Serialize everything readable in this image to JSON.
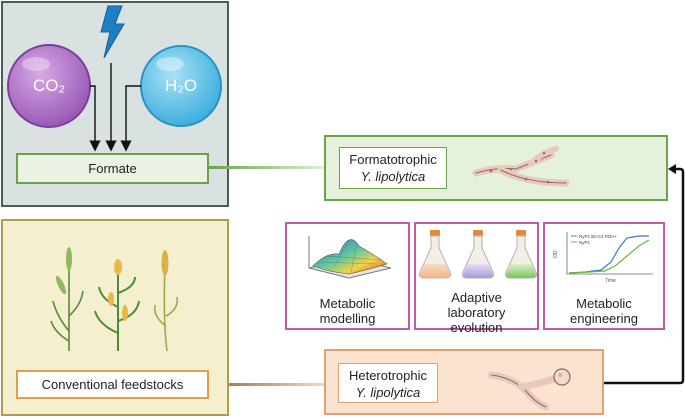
{
  "inputs": {
    "co2": "CO₂",
    "h2o": "H₂O",
    "energy_icon": "lightning-bolt-icon"
  },
  "formate": {
    "label": "Formate"
  },
  "conventional": {
    "label": "Conventional feedstocks"
  },
  "formatotrophic": {
    "line1": "Formatotrophic",
    "line2": "Y. lipolytica"
  },
  "heterotrophic": {
    "line1": "Heterotrophic",
    "line2": "Y. lipolytica"
  },
  "methods": [
    {
      "line1": "Metabolic",
      "line2": "modelling",
      "line3": ""
    },
    {
      "line1": "Adaptive",
      "line2": "laboratory",
      "line3": "evolution"
    },
    {
      "line1": "Metabolic",
      "line2": "engineering",
      "line3": ""
    }
  ],
  "mini_chart": {
    "legend": [
      "NyP1 BCG3 RDH+",
      "NyP1"
    ],
    "ylabel": "OD",
    "xlabel": "Time"
  },
  "colors": {
    "top_panel": "#d9e2e1",
    "bottom_panel": "#f4f0cf",
    "green_accent": "#6aa34a",
    "orange_accent": "#e0a074",
    "magenta_accent": "#c25aa8"
  }
}
